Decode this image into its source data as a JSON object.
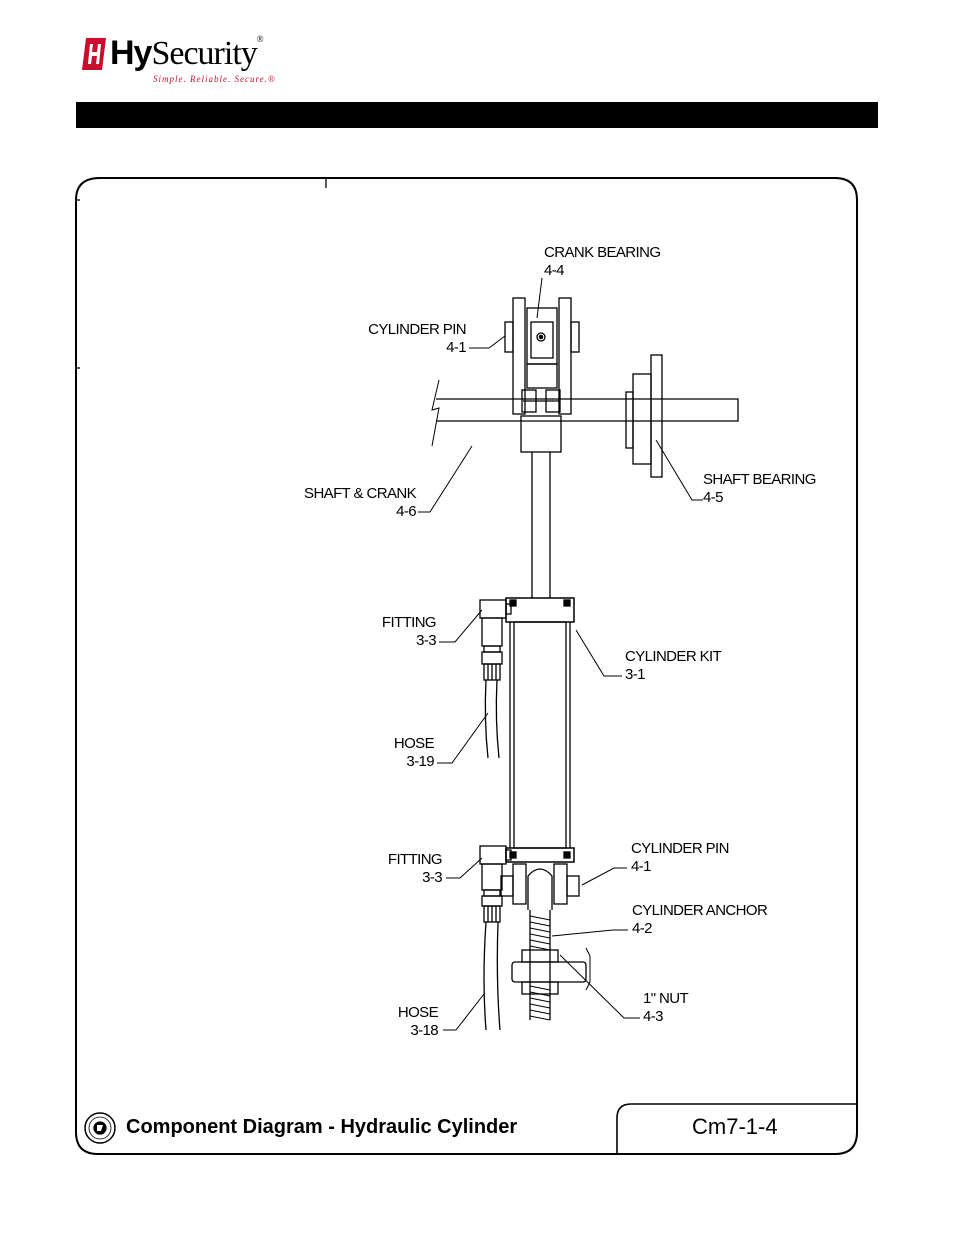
{
  "logo": {
    "brand_hy": "Hy",
    "brand_rest": "Security",
    "registered": "®",
    "tagline": "Simple. Reliable. Secure.®"
  },
  "labels": {
    "crank_bearing": {
      "name": "CRANK BEARING",
      "ref": "4-4"
    },
    "cylinder_pin_top": {
      "name": "CYLINDER PIN",
      "ref": "4-1"
    },
    "shaft_bearing": {
      "name": "SHAFT BEARING",
      "ref": "4-5"
    },
    "shaft_crank": {
      "name": "SHAFT & CRANK",
      "ref": "4-6"
    },
    "fitting_top": {
      "name": "FITTING",
      "ref": "3-3"
    },
    "cylinder_kit": {
      "name": "CYLINDER KIT",
      "ref": "3-1"
    },
    "hose_top": {
      "name": "HOSE",
      "ref": "3-19"
    },
    "fitting_bottom": {
      "name": "FITTING",
      "ref": "3-3"
    },
    "cylinder_pin_bottom": {
      "name": "CYLINDER PIN",
      "ref": "4-1"
    },
    "cylinder_anchor": {
      "name": "CYLINDER ANCHOR",
      "ref": "4-2"
    },
    "nut": {
      "name": "1\" NUT",
      "ref": "4-3"
    },
    "hose_bottom": {
      "name": "HOSE",
      "ref": "3-18"
    }
  },
  "footer": {
    "caption": "Component Diagram - Hydraulic Cylinder",
    "code": "Cm7-1-4"
  },
  "colors": {
    "brand_red": "#c8102e",
    "ink": "#000000"
  }
}
